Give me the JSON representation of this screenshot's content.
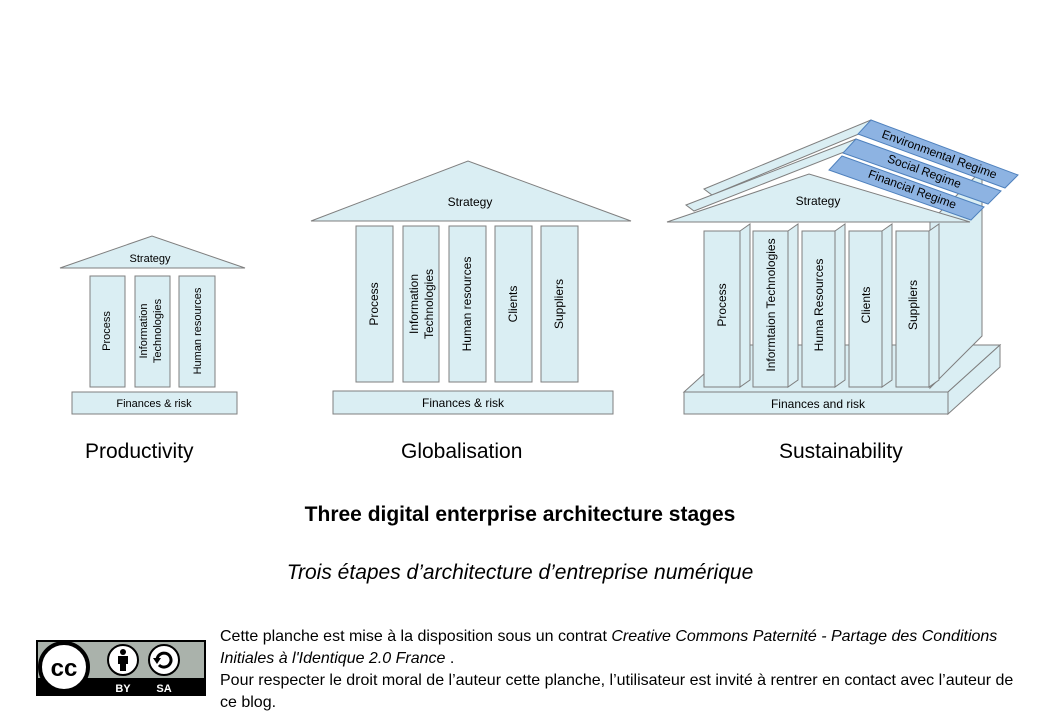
{
  "stages": [
    {
      "name": "Productivity",
      "roof": "Strategy",
      "pillars": [
        [
          "Process"
        ],
        [
          "Information",
          "Technologies"
        ],
        [
          "Human resources"
        ]
      ],
      "base": "Finances & risk"
    },
    {
      "name": "Globalisation",
      "roof": "Strategy",
      "pillars": [
        [
          "Process"
        ],
        [
          "Information",
          "Technologies"
        ],
        [
          "Human resources"
        ],
        [
          "Clients"
        ],
        [
          "Suppliers"
        ]
      ],
      "base": "Finances & risk"
    },
    {
      "name": "Sustainability",
      "roof": "Strategy",
      "pillars": [
        [
          "Process"
        ],
        [
          "Informtaion Technologies"
        ],
        [
          "Huma Resources"
        ],
        [
          "Clients"
        ],
        [
          "Suppliers"
        ]
      ],
      "base": "Finances and risk",
      "regimes": [
        "Environmental Regime",
        "Social Regime",
        "Financial Regime"
      ]
    }
  ],
  "title_en": "Three digital enterprise architecture stages",
  "title_fr": "Trois étapes d’architecture d’entreprise numérique",
  "license": {
    "badge_cc": "cc",
    "badge_by": "BY",
    "badge_sa": "SA",
    "line1_plain": "Cette planche est mise à la disposition sous un contrat ",
    "line1_italic": "Creative Commons Paternité - Partage des Conditions Initiales à l'Identique 2.0 France",
    "line1_end": " .",
    "line2": "Pour respecter le droit moral de l’auteur cette planche, l’utilisateur est invité à rentrer en contact avec l’auteur de ce blog."
  },
  "colors": {
    "fill": "#daeef3",
    "stroke": "#7f7f7f",
    "regime_fill": "#8db3e2",
    "regime_stroke": "#4f81bd"
  }
}
